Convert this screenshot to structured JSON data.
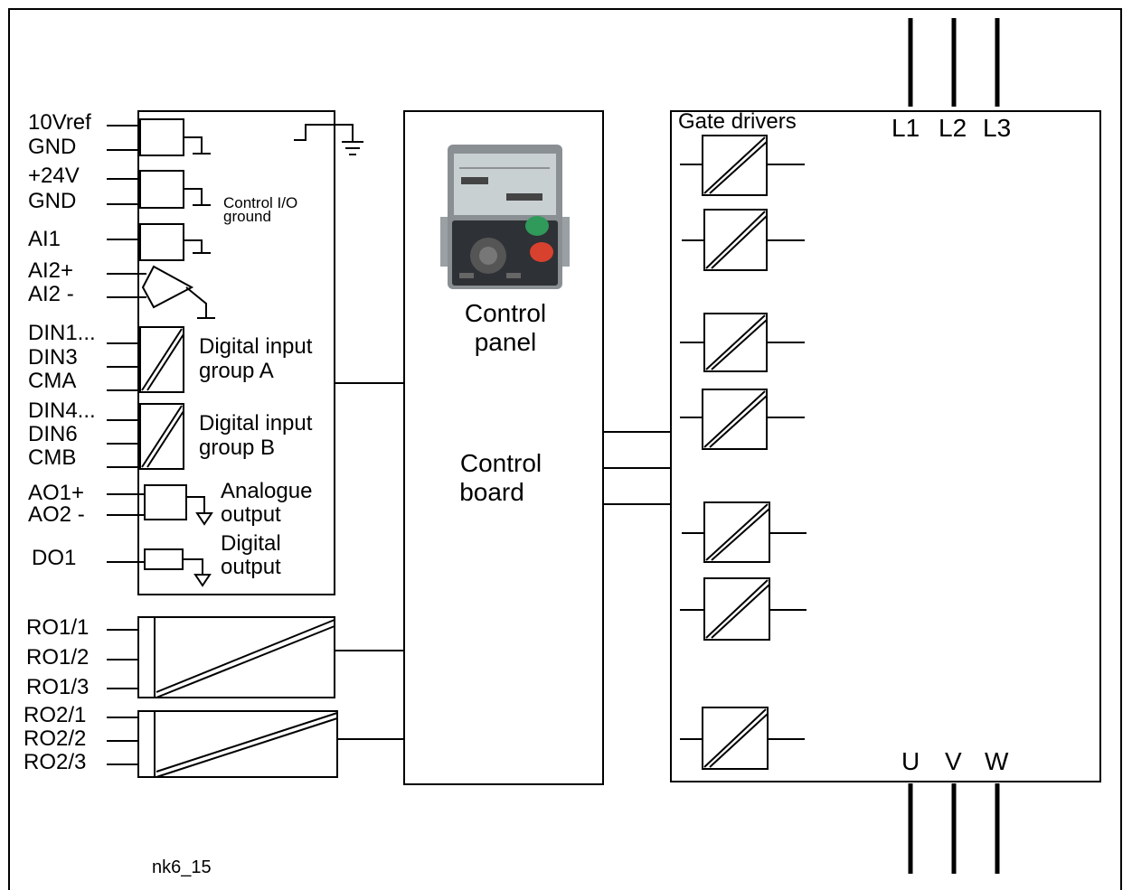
{
  "figure_id": "nk6_15",
  "io_terminals": {
    "ref_10v": "10Vref",
    "gnd_1": "GND",
    "v24": "+24V",
    "gnd_2": "GND",
    "ai1": "AI1",
    "ai2_plus": "AI2+",
    "ai2_minus": "AI2 -",
    "din1": "DIN1...",
    "din3": "DIN3",
    "cma": "CMA",
    "din4": "DIN4...",
    "din6": "DIN6",
    "cmb": "CMB",
    "ao1_plus": "AO1+",
    "ao2_minus": "AO2 -",
    "do1": "DO1"
  },
  "io_labels": {
    "control_io_ground_1": "Control I/O",
    "control_io_ground_2": "ground",
    "dig_group_a_1": "Digital input",
    "dig_group_a_2": "group A",
    "dig_group_b_1": "Digital input",
    "dig_group_b_2": "group B",
    "analogue_output_1": "Analogue",
    "analogue_output_2": "output",
    "digital_output_1": "Digital",
    "digital_output_2": "output"
  },
  "relays": {
    "ro1_1": "RO1/1",
    "ro1_2": "RO1/2",
    "ro1_3": "RO1/3",
    "ro2_1": "RO2/1",
    "ro2_2": "RO2/2",
    "ro2_3": "RO2/3"
  },
  "control": {
    "panel_1": "Control",
    "panel_2": "panel",
    "board_1": "Control",
    "board_2": "board"
  },
  "power": {
    "gate_drivers": "Gate drivers",
    "l1": "L1",
    "l2": "L2",
    "l3": "L3",
    "u": "U",
    "v": "V",
    "w": "W"
  },
  "colors": {
    "line": "#000000",
    "panel_body": "#8a8f94",
    "panel_lcd": "#c9d0d2",
    "keypad": "#2e3136",
    "key_green": "#2f9a5a",
    "key_red": "#d8412e"
  }
}
